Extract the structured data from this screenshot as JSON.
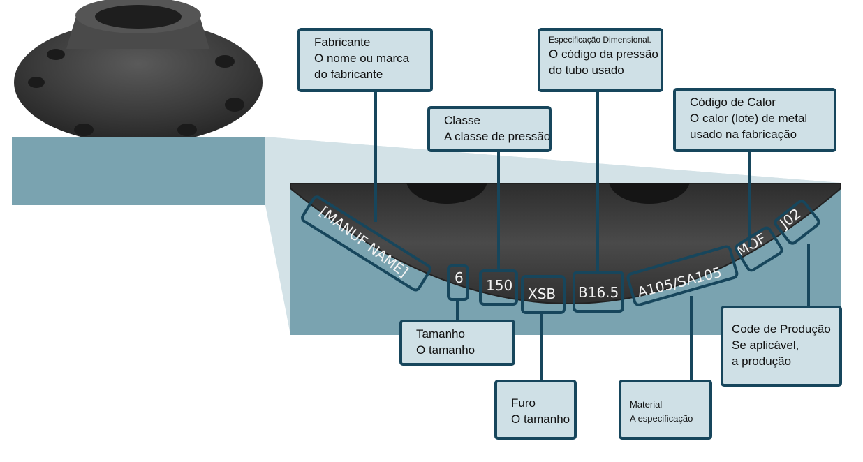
{
  "colors": {
    "box_fill": "#cfe0e6",
    "box_border": "#17465c",
    "panel": "#7aa3b0",
    "wedge": "#d3e2e7",
    "metal": "#3a3a3a"
  },
  "stamped_markings": [
    "[MANUF NAME]",
    "6",
    "150",
    "XSB",
    "B16.5",
    "A105/SA105",
    "MOF",
    "J02"
  ],
  "callouts": {
    "fabricante": {
      "title": "Fabricante",
      "lines": [
        "O nome ou marca",
        "do fabricante"
      ]
    },
    "classe": {
      "title": "Classe",
      "lines": [
        "A classe de pressão"
      ]
    },
    "espec": {
      "title": "Especificação Dimensional.",
      "lines": [
        "O código da pressão",
        "do tubo usado"
      ]
    },
    "calor": {
      "title": "Código de Calor",
      "lines": [
        "O calor (lote) de metal",
        "usado na fabricação"
      ]
    },
    "tamanho": {
      "title": "Tamanho",
      "lines": [
        "O tamanho"
      ]
    },
    "furo": {
      "title": "Furo",
      "lines": [
        "O tamanho"
      ]
    },
    "material": {
      "title": "Material",
      "lines": [
        "A especificação"
      ]
    },
    "producao": {
      "title": "Code de Produção",
      "lines": [
        "Se aplicável,",
        "a produção"
      ]
    }
  }
}
